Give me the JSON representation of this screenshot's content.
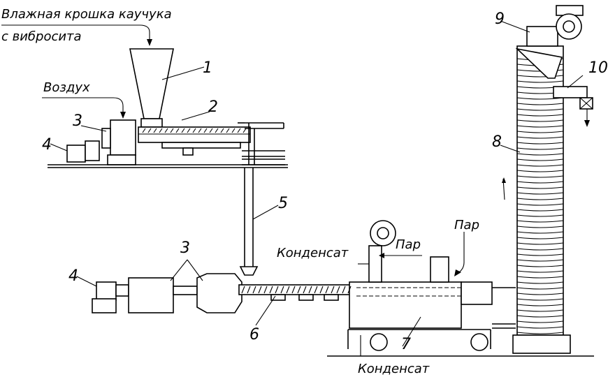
{
  "labels": {
    "feed_line1": "Влажная крошка каучука",
    "feed_line2": "с вибросита",
    "air": "Воздух",
    "steam_top": "Пар",
    "steam_mid": "Пар",
    "condensate_top": "Конденсат",
    "condensate_bottom": "Конденсат"
  },
  "numbers": {
    "n1": "1",
    "n2": "2",
    "n3_top": "3",
    "n3_bottom": "3",
    "n4_top": "4",
    "n4_bottom": "4",
    "n5": "5",
    "n6": "6",
    "n7": "7",
    "n8": "8",
    "n9": "9",
    "n10": "10"
  }
}
